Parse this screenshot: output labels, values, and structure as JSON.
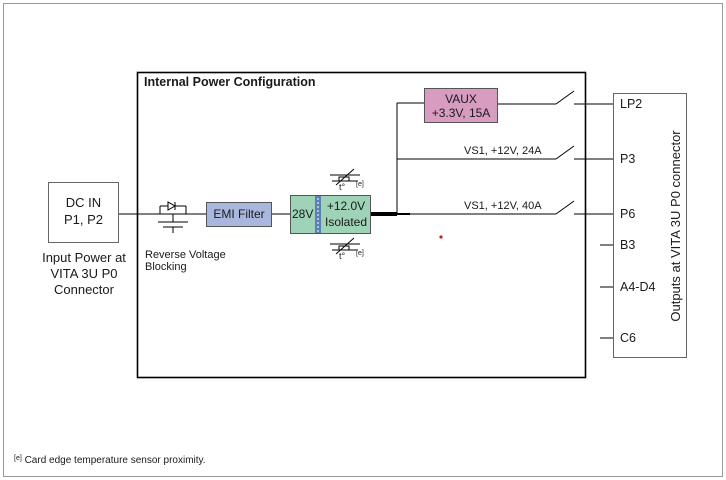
{
  "internal": {
    "title": "Internal Power Configuration"
  },
  "input": {
    "box_label_1": "DC IN",
    "box_label_2": "P1, P2",
    "caption_1": "Input Power at",
    "caption_2": "VITA 3U P0",
    "caption_3": "Connector"
  },
  "blocks": {
    "reverse_1": "Reverse Voltage",
    "reverse_2": "Blocking",
    "emi": "EMI Filter",
    "conv_in": "28V",
    "conv_out_1": "+12.0V",
    "conv_out_2": "Isolated",
    "sensor_top": "[e]",
    "sensor_bottom": "[e]",
    "sensor_symbol": "t°",
    "vaux_1": "VAUX",
    "vaux_2": "+3.3V, 15A"
  },
  "rails": {
    "vs1_24": "VS1, +12V, 24A",
    "vs1_40": "VS1, +12V, 40A"
  },
  "outputs": {
    "title": "Outputs at VITA 3U P0 connector",
    "pins": [
      "LP2",
      "P3",
      "P6",
      "B3",
      "A4-D4",
      "C6"
    ]
  },
  "footnote": {
    "mark": "[e]",
    "text": " Card edge temperature sensor proximity."
  },
  "colors": {
    "emi": "#a9b7df",
    "converter": "#9fd3b8",
    "converter_bar": "#5b7fb5",
    "vaux": "#d79cc0",
    "marker": "#cc2222"
  }
}
